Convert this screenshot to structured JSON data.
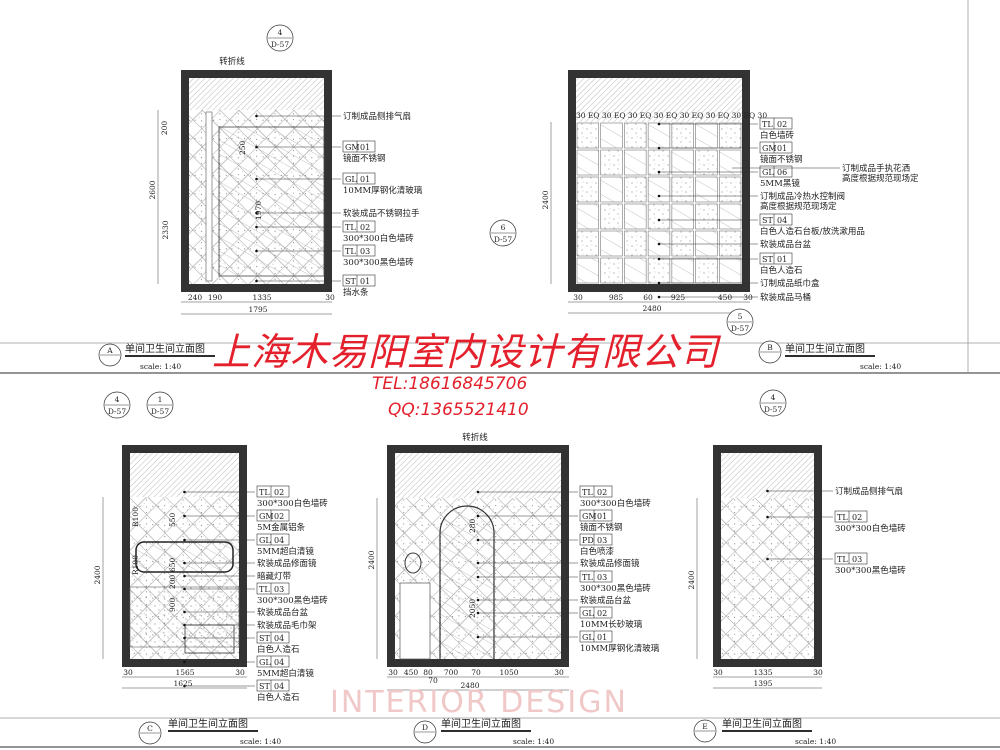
{
  "watermark": {
    "company": "上海木易阳室内设计有限公司",
    "tel": "TEL:18616845706",
    "qq": "QQ:1365521410",
    "brand": "INTERIOR DESIGN",
    "color": "#e3202b"
  },
  "panels": {
    "A": {
      "letter": "A",
      "title": "单间卫生间立面图",
      "scale": "scale: 1:40",
      "note": "转折线",
      "refs": [
        {
          "num": "4",
          "sheet": "D-57"
        }
      ],
      "callouts": [
        {
          "text": "订制成品侧排气扇"
        },
        {
          "code": "GM",
          "num": "01",
          "desc": "镜面不锈钢"
        },
        {
          "code": "GL",
          "num": "01",
          "desc": "10MM厚钢化清玻璃"
        },
        {
          "text": "软装成品不锈钢拉手"
        },
        {
          "code": "TL",
          "num": "02",
          "desc": "300*300白色墙砖"
        },
        {
          "code": "TL",
          "num": "03",
          "desc": "300*300黑色墙砖"
        },
        {
          "code": "ST",
          "num": "01",
          "desc": "挡水条"
        }
      ],
      "dims": [
        "240",
        "190",
        "1335",
        "30"
      ],
      "total": "1795",
      "vdims": [
        "2600",
        "2330",
        "200"
      ],
      "inner": [
        "1970",
        "250"
      ]
    },
    "B": {
      "letter": "B",
      "title": "单间卫生间立面图",
      "scale": "scale: 1:40",
      "refs": [
        {
          "num": "6",
          "sheet": "D-57"
        },
        {
          "num": "5",
          "sheet": "D-57"
        }
      ],
      "callouts": [
        {
          "code": "TL",
          "num": "02",
          "desc": "白色墙砖"
        },
        {
          "code": "GM",
          "num": "01",
          "desc": "镜面不锈钢"
        },
        {
          "code": "GL",
          "num": "06",
          "desc": "5MM黑镜"
        },
        {
          "text": "订制成品冷热水控制阀",
          "text2": "高度根据规范现场定"
        },
        {
          "code": "ST",
          "num": "04",
          "desc": "白色人造石台板/放洗漱用品"
        },
        {
          "text": "软装成品台盆"
        },
        {
          "code": "ST",
          "num": "01",
          "desc": "白色人造石"
        },
        {
          "text": "订制成品纸巾盒"
        },
        {
          "text": "软装成品马桶"
        }
      ],
      "side_note": {
        "text": "订制成品手执花洒",
        "text2": "高度根据规范现场定"
      },
      "tile_spacing": "30 EQ 30 EQ 30 EQ 30 EQ 30 EQ 30 EQ 30 EQ 30",
      "dims": [
        "30",
        "985",
        "60",
        "925",
        "450",
        "30"
      ],
      "total": "2480",
      "vdims": [
        "2400"
      ]
    },
    "C": {
      "letter": "C",
      "title": "单间卫生间立面图",
      "scale": "scale: 1:40",
      "refs": [
        {
          "num": "4",
          "sheet": "D-57"
        },
        {
          "num": "1",
          "sheet": "D-57"
        }
      ],
      "callouts": [
        {
          "code": "TL",
          "num": "02",
          "desc": "300*300白色墙砖"
        },
        {
          "code": "GM",
          "num": "02",
          "desc": "5M金属铝条"
        },
        {
          "code": "GL",
          "num": "04",
          "desc": "5MM超白清镜"
        },
        {
          "text": "软装成品修面镜"
        },
        {
          "text": "暗藏灯带"
        },
        {
          "code": "TL",
          "num": "03",
          "desc": "300*300黑色墙砖"
        },
        {
          "text": "软装成品台盆"
        },
        {
          "text": "软装成品毛巾架"
        },
        {
          "code": "ST",
          "num": "04",
          "desc": "白色人造石"
        },
        {
          "code": "GL",
          "num": "04",
          "desc": "5MM超白清镜"
        },
        {
          "code": "ST",
          "num": "04",
          "desc": "白色人造石"
        }
      ],
      "dims": [
        "30",
        "1565",
        "30"
      ],
      "total": "1625",
      "vdims": [
        "2400"
      ],
      "inner": [
        "550",
        "650",
        "200",
        "900",
        "R100",
        "R100"
      ]
    },
    "D": {
      "letter": "D",
      "title": "单间卫生间立面图",
      "scale": "scale: 1:40",
      "note": "转折线",
      "callouts": [
        {
          "code": "TL",
          "num": "02",
          "desc": "300*300白色墙砖"
        },
        {
          "code": "GM",
          "num": "01",
          "desc": "镜面不锈钢"
        },
        {
          "code": "PD",
          "num": "03",
          "desc": "白色喷漆"
        },
        {
          "text": "软装成品修面镜"
        },
        {
          "code": "TL",
          "num": "03",
          "desc": "300*300黑色墙砖"
        },
        {
          "text": "软装成品台盆"
        },
        {
          "code": "GL",
          "num": "02",
          "desc": "10MM长砂玻璃"
        },
        {
          "code": "GL",
          "num": "01",
          "desc": "10MM厚钢化清玻璃"
        }
      ],
      "dims": [
        "30",
        "450",
        "80",
        "700",
        "70",
        "1050",
        "30"
      ],
      "sub": "70",
      "total": "2480",
      "vdims": [
        "2400"
      ],
      "inner": [
        "280",
        "2050"
      ]
    },
    "E": {
      "letter": "E",
      "title": "单间卫生间立面图",
      "scale": "scale: 1:40",
      "refs": [
        {
          "num": "4",
          "sheet": "D-57"
        }
      ],
      "callouts": [
        {
          "text": "订制成品侧排气扇"
        },
        {
          "code": "TL",
          "num": "02",
          "desc": "300*300白色墙砖"
        },
        {
          "code": "TL",
          "num": "03",
          "desc": "300*300黑色墙砖"
        }
      ],
      "dims": [
        "30",
        "1335",
        "30"
      ],
      "total": "1395",
      "vdims": [
        "2400"
      ]
    }
  }
}
